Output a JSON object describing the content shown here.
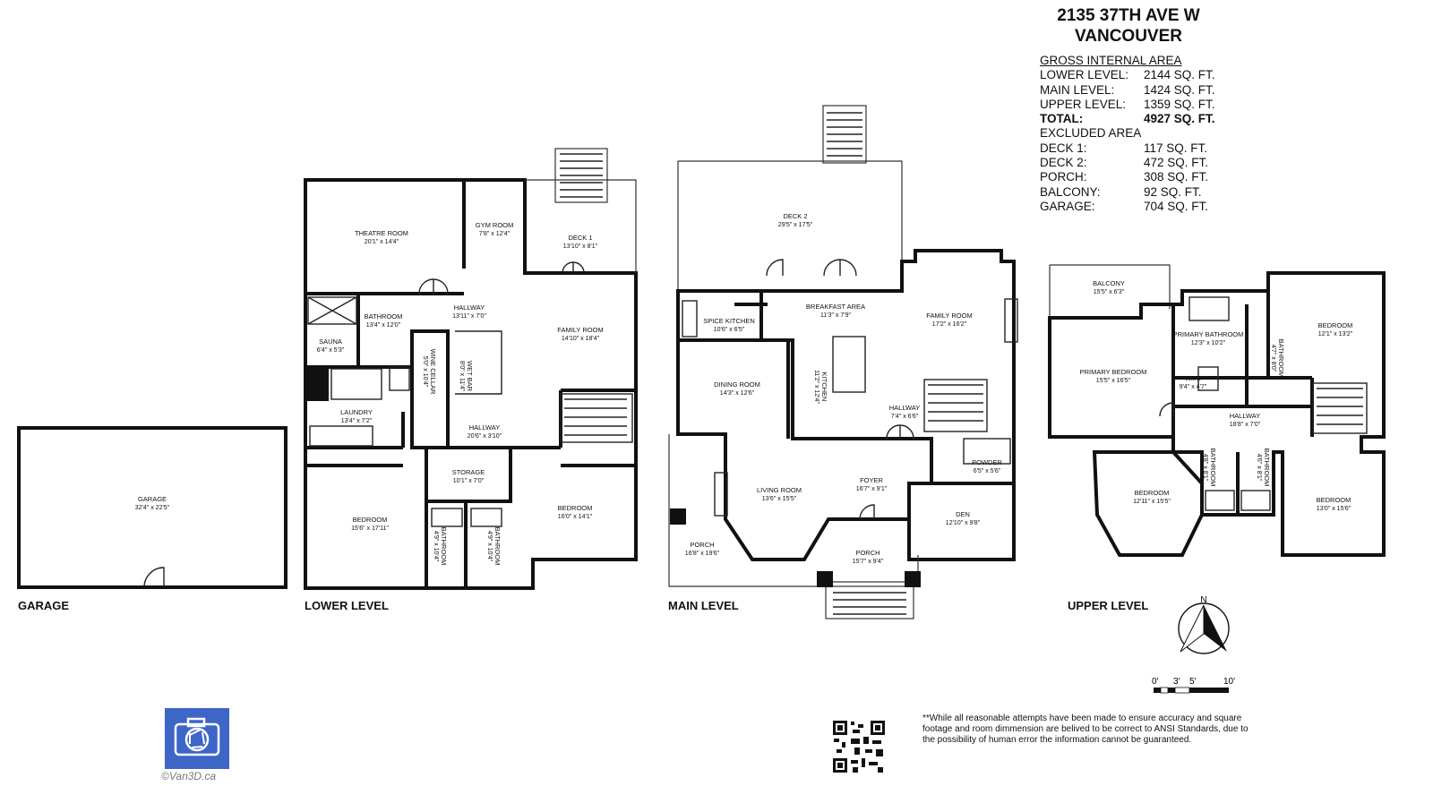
{
  "header": {
    "address_line1": "2135 37TH AVE W",
    "address_line2": "VANCOUVER"
  },
  "area_summary": {
    "gross_title": "GROSS INTERNAL AREA",
    "rows": [
      {
        "label": "LOWER LEVEL:",
        "value": "2144 SQ. FT."
      },
      {
        "label": "MAIN LEVEL:",
        "value": "1424 SQ. FT."
      },
      {
        "label": "UPPER LEVEL:",
        "value": "1359 SQ. FT."
      },
      {
        "label": "TOTAL:",
        "value": "4927 SQ. FT."
      }
    ],
    "excluded_title": "EXCLUDED AREA",
    "excluded": [
      {
        "label": "DECK 1:",
        "value": "117 SQ. FT."
      },
      {
        "label": "DECK 2:",
        "value": "472 SQ. FT."
      },
      {
        "label": "PORCH:",
        "value": "308 SQ. FT."
      },
      {
        "label": "BALCONY:",
        "value": "92 SQ. FT."
      },
      {
        "label": "GARAGE:",
        "value": "704 SQ. FT."
      }
    ]
  },
  "levels": {
    "garage": "GARAGE",
    "lower": "LOWER LEVEL",
    "main": "MAIN LEVEL",
    "upper": "UPPER LEVEL"
  },
  "rooms": {
    "garage": {
      "name": "GARAGE",
      "dim": "32'4\" x 22'5\""
    },
    "theatre": {
      "name": "THEATRE ROOM",
      "dim": "20'1\" x 14'4\""
    },
    "gym": {
      "name": "GYM ROOM",
      "dim": "7'8\" x 12'4\""
    },
    "deck1": {
      "name": "DECK 1",
      "dim": "13'10\" x 8'1\""
    },
    "hallway_l1": {
      "name": "HALLWAY",
      "dim": "13'11\" x 7'0\""
    },
    "bathroom_l1": {
      "name": "BATHROOM",
      "dim": "13'4\" x 12'0\""
    },
    "sauna": {
      "name": "SAUNA",
      "dim": "6'4\" x 5'3\""
    },
    "wine": {
      "name": "WINE CELLAR",
      "dim": "5'0\" x 10'4\""
    },
    "wetbar": {
      "name": "WET BAR",
      "dim": "8'0\" x 11'4\""
    },
    "family_l": {
      "name": "FAMILY ROOM",
      "dim": "14'10\" x 18'4\""
    },
    "laundry": {
      "name": "LAUNDRY",
      "dim": "13'4\" x 7'2\""
    },
    "hallway_l2": {
      "name": "HALLWAY",
      "dim": "20'6\" x 3'10\""
    },
    "storage": {
      "name": "STORAGE",
      "dim": "10'1\" x 7'0\""
    },
    "bedroom_l1": {
      "name": "BEDROOM",
      "dim": "15'6\" x 17'11\""
    },
    "bathroom_l2": {
      "name": "BATHROOM",
      "dim": "4'9\" x 10'4\""
    },
    "bathroom_l3": {
      "name": "BATHROOM",
      "dim": "4'9\" x 10'4\""
    },
    "bedroom_l2": {
      "name": "BEDROOM",
      "dim": "16'0\" x 14'1\""
    },
    "deck2": {
      "name": "DECK 2",
      "dim": "29'5\" x 17'5\""
    },
    "spice": {
      "name": "SPICE KITCHEN",
      "dim": "10'6\" x 6'5\""
    },
    "breakfast": {
      "name": "BREAKFAST AREA",
      "dim": "11'3\" x 7'9\""
    },
    "family_m": {
      "name": "FAMILY ROOM",
      "dim": "17'2\" x 16'2\""
    },
    "dining": {
      "name": "DINING ROOM",
      "dim": "14'3\" x 12'6\""
    },
    "kitchen": {
      "name": "KITCHEN",
      "dim": "11'2\" x 12'4\""
    },
    "hallway_m": {
      "name": "HALLWAY",
      "dim": "7'4\" x 6'6\""
    },
    "powder": {
      "name": "POWDER",
      "dim": "6'5\" x 5'6\""
    },
    "living": {
      "name": "LIVING ROOM",
      "dim": "13'6\" x 15'5\""
    },
    "foyer": {
      "name": "FOYER",
      "dim": "16'7\" x 9'1\""
    },
    "den": {
      "name": "DEN",
      "dim": "12'10\" x 9'8\""
    },
    "porch1": {
      "name": "PORCH",
      "dim": "16'8\" x 19'6\""
    },
    "porch2": {
      "name": "PORCH",
      "dim": "15'7\" x 9'4\""
    },
    "balcony": {
      "name": "BALCONY",
      "dim": "15'5\" x 6'3\""
    },
    "primary_bed": {
      "name": "PRIMARY BEDROOM",
      "dim": "15'5\" x 16'5\""
    },
    "primary_bath": {
      "name": "PRIMARY BATHROOM",
      "dim": "12'3\" x 10'2\""
    },
    "wic": {
      "name": "W.I.C",
      "dim": "9'4\" x 4'7\""
    },
    "bath_u1": {
      "name": "BATHROOM",
      "dim": "4'7\" x 8'0\""
    },
    "bedroom_u1": {
      "name": "BEDROOM",
      "dim": "12'1\" x 13'2\""
    },
    "hallway_u": {
      "name": "HALLWAY",
      "dim": "18'8\" x 7'0\""
    },
    "bedroom_u2": {
      "name": "BEDROOM",
      "dim": "12'11\" x 15'5\""
    },
    "bath_u2": {
      "name": "BATHROOM",
      "dim": "4'8\" x 8'1\""
    },
    "bath_u3": {
      "name": "BATHROOM",
      "dim": "4'6\" x 8'1\""
    },
    "bedroom_u3": {
      "name": "BEDROOM",
      "dim": "13'0\" x 15'6\""
    }
  },
  "compass": {
    "north": "N"
  },
  "scale": {
    "t0": "0'",
    "t3": "3'",
    "t5": "5'",
    "t10": "10'"
  },
  "disclaimer": "**While all reasonable attempts have been made to ensure accuracy and square footage and room dimmension are belived to be correct to ANSI Standards, due to the possibility of human error the information cannot be guaranteed.",
  "copyright": "©Van3D.ca",
  "colors": {
    "logo_bg": "#3d66c6",
    "wall": "#111111"
  }
}
